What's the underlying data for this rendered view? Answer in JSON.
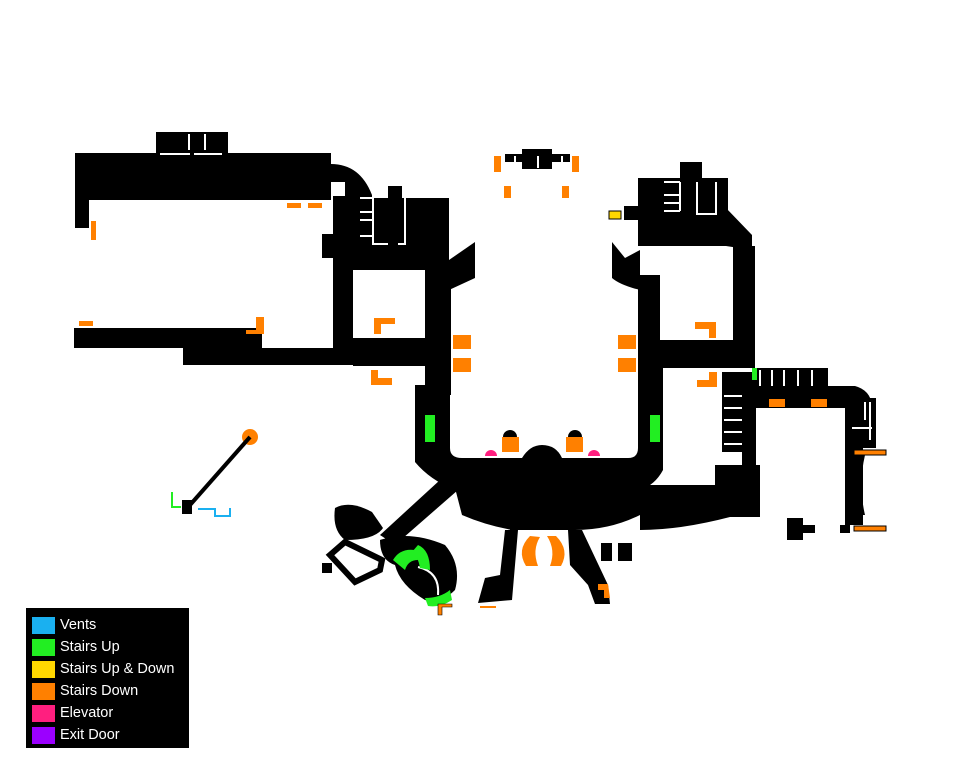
{
  "map": {
    "colors": {
      "floor": "#000000",
      "background": "#ffffff",
      "vents": "#1ab0f0",
      "stairs_up": "#22ee22",
      "stairs_up_down": "#ffd700",
      "stairs_down": "#ff8000",
      "elevator": "#ff1f7f",
      "exit_door": "#9b00ff",
      "wall_lines": "#ffffff"
    }
  },
  "legend": {
    "items": [
      {
        "key": "vents",
        "label": "Vents",
        "color": "#1ab0f0"
      },
      {
        "key": "stairs_up",
        "label": "Stairs Up",
        "color": "#22ee22"
      },
      {
        "key": "stairs_up_down",
        "label": "Stairs Up & Down",
        "color": "#ffd700"
      },
      {
        "key": "stairs_down",
        "label": "Stairs Down",
        "color": "#ff8000"
      },
      {
        "key": "elevator",
        "label": "Elevator",
        "color": "#ff1f7f"
      },
      {
        "key": "exit_door",
        "label": "Exit Door",
        "color": "#9b00ff"
      }
    ]
  }
}
